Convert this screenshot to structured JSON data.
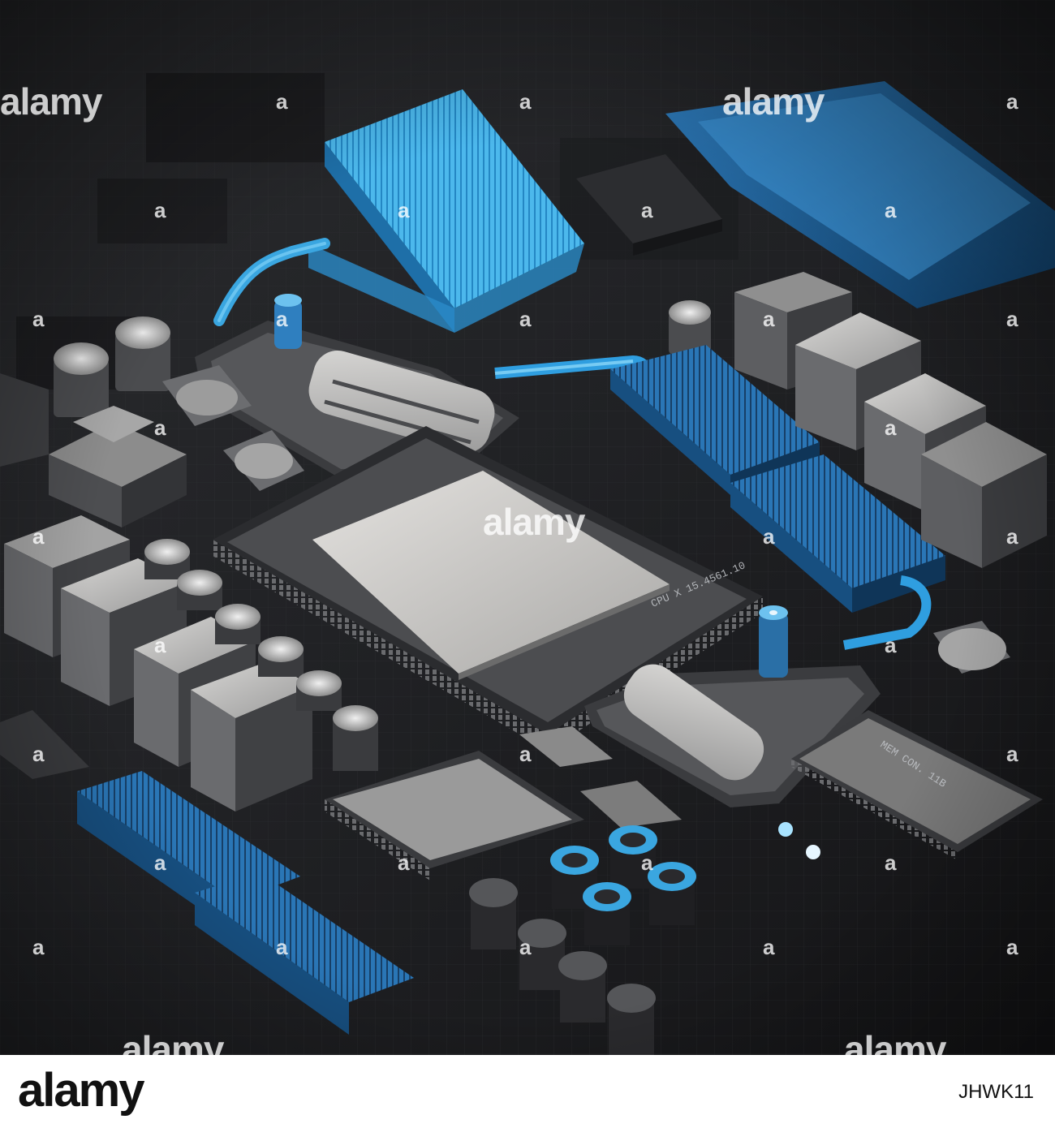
{
  "photo": {
    "subject": "3D circuit board with CPU, heatsinks and components",
    "colors": {
      "board": "#1c1d1f",
      "accent_blue": "#2f8fd1",
      "bright_blue": "#3fb4ec",
      "metal": "#b9babc"
    }
  },
  "labels": {
    "cpu": "CPU X 15.4561.10",
    "mem": "MEM CON. 11B"
  },
  "watermarks": {
    "text": "alamy",
    "mark": "a"
  },
  "footer": {
    "logo": "alamy",
    "image_id": "JHWK11"
  }
}
